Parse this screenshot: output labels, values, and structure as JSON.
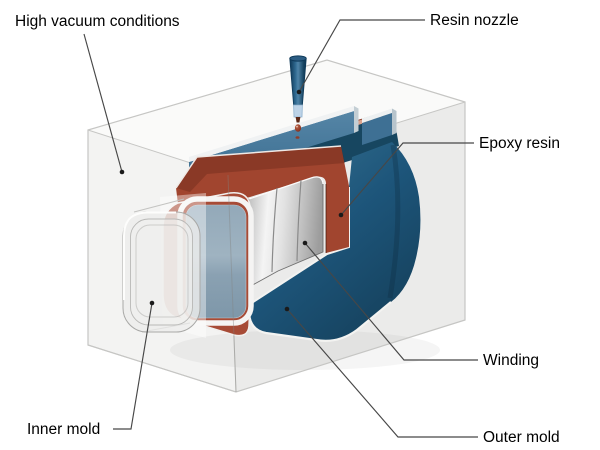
{
  "figure": {
    "type": "technical-cutaway-diagram",
    "background": "#ffffff",
    "labels": {
      "high_vacuum": "High vacuum conditions",
      "resin_nozzle": "Resin nozzle",
      "epoxy_resin": "Epoxy resin",
      "winding": "Winding",
      "outer_mold": "Outer mold",
      "inner_mold": "Inner mold"
    },
    "colors": {
      "outer_mold_blue": "#1d557a",
      "outer_mold_blue_light": "#35708f",
      "outer_mold_blue_dark": "#143e58",
      "outer_mold_navy": "#174660",
      "fin_blue": "#3e7094",
      "epoxy_red": "#a74b36",
      "epoxy_red_deep": "#a1452f",
      "epoxy_red_dark": "#8c3a29",
      "epoxy_salmon": "#daa28d",
      "winding_silver": "#d9d9d9",
      "inner_mold_gray": "#e8e8e7",
      "window_bluegray": "#8ba2b3",
      "vacuum_box_gray": "#f1f1f0",
      "box_edge": "#c6c6c4",
      "leader_line": "#474747",
      "text": "#000000"
    }
  }
}
